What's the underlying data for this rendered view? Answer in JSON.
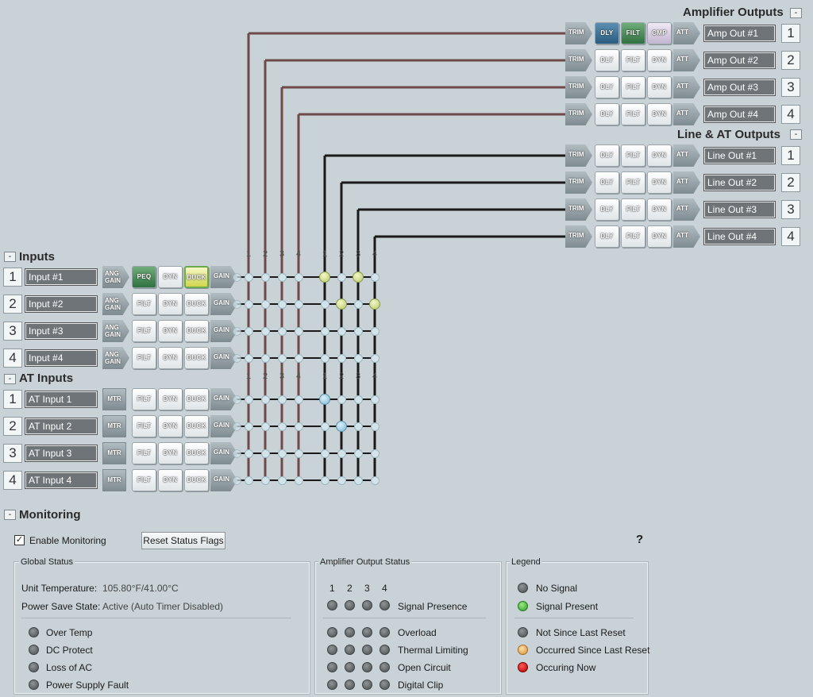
{
  "amp_outputs": {
    "title": "Amplifier Outputs",
    "collapse": "-",
    "channels": [
      {
        "num": "1",
        "name": "Amp Out #1",
        "blocks": [
          "TRIM",
          "DLY",
          "FILT",
          "CMP",
          "ATT"
        ]
      },
      {
        "num": "2",
        "name": "Amp Out #2",
        "blocks": [
          "TRIM",
          "DLY",
          "FILT",
          "DYN",
          "ATT"
        ]
      },
      {
        "num": "3",
        "name": "Amp Out #3",
        "blocks": [
          "TRIM",
          "DLY",
          "FILT",
          "DYN",
          "ATT"
        ]
      },
      {
        "num": "4",
        "name": "Amp Out #4",
        "blocks": [
          "TRIM",
          "DLY",
          "FILT",
          "DYN",
          "ATT"
        ]
      }
    ]
  },
  "line_outputs": {
    "title": "Line & AT Outputs",
    "collapse": "-",
    "channels": [
      {
        "num": "1",
        "name": "Line Out #1",
        "blocks": [
          "TRIM",
          "DLY",
          "FILT",
          "DYN",
          "ATT"
        ]
      },
      {
        "num": "2",
        "name": "Line Out #2",
        "blocks": [
          "TRIM",
          "DLY",
          "FILT",
          "DYN",
          "ATT"
        ]
      },
      {
        "num": "3",
        "name": "Line Out #3",
        "blocks": [
          "TRIM",
          "DLY",
          "FILT",
          "DYN",
          "ATT"
        ]
      },
      {
        "num": "4",
        "name": "Line Out #4",
        "blocks": [
          "TRIM",
          "DLY",
          "FILT",
          "DYN",
          "ATT"
        ]
      }
    ]
  },
  "inputs": {
    "title": "Inputs",
    "collapse": "-",
    "channels": [
      {
        "num": "1",
        "name": "Input #1",
        "blocks": [
          "ANG GAIN",
          "PEQ",
          "DYN",
          "DUCK",
          "GAIN"
        ]
      },
      {
        "num": "2",
        "name": "Input #2",
        "blocks": [
          "ANG GAIN",
          "FILT",
          "DYN",
          "DUCK",
          "GAIN"
        ]
      },
      {
        "num": "3",
        "name": "Input #3",
        "blocks": [
          "ANG GAIN",
          "FILT",
          "DYN",
          "DUCK",
          "GAIN"
        ]
      },
      {
        "num": "4",
        "name": "Input #4",
        "blocks": [
          "ANG GAIN",
          "FILT",
          "DYN",
          "DUCK",
          "GAIN"
        ]
      }
    ]
  },
  "at_inputs": {
    "title": "AT Inputs",
    "collapse": "-",
    "channels": [
      {
        "num": "1",
        "name": "AT Input 1",
        "blocks": [
          "MTR",
          "FILT",
          "DYN",
          "DUCK",
          "GAIN"
        ]
      },
      {
        "num": "2",
        "name": "AT Input 2",
        "blocks": [
          "MTR",
          "FILT",
          "DYN",
          "DUCK",
          "GAIN"
        ]
      },
      {
        "num": "3",
        "name": "AT Input 3",
        "blocks": [
          "MTR",
          "FILT",
          "DYN",
          "DUCK",
          "GAIN"
        ]
      },
      {
        "num": "4",
        "name": "AT Input 4",
        "blocks": [
          "MTR",
          "FILT",
          "DYN",
          "DUCK",
          "GAIN"
        ]
      }
    ]
  },
  "matrix": {
    "column_numbers": [
      "1",
      "2",
      "3",
      "4",
      "1",
      "2",
      "3",
      "4"
    ],
    "active_nodes": [
      {
        "row": 0,
        "col": 4,
        "color": "green"
      },
      {
        "row": 0,
        "col": 6,
        "color": "green"
      },
      {
        "row": 1,
        "col": 5,
        "color": "green"
      },
      {
        "row": 1,
        "col": 7,
        "color": "green"
      },
      {
        "row": 4,
        "col": 4,
        "color": "blue"
      },
      {
        "row": 5,
        "col": 5,
        "color": "blue"
      }
    ],
    "colors": {
      "amp_line": "#6f4a48",
      "line_line": "#1a1a1a"
    }
  },
  "monitoring": {
    "title": "Monitoring",
    "collapse": "-",
    "enable_label": "Enable Monitoring",
    "enable_checked": "✓",
    "reset_button": "Reset Status Flags",
    "help": "?",
    "global_status": {
      "title": "Global Status",
      "temperature_label": "Unit Temperature:",
      "temperature_value": "105.80°F/41.00°C",
      "power_save_label": "Power Save State:",
      "power_save_value": "Active (Auto Timer Disabled)",
      "indicators": [
        "Over Temp",
        "DC Protect",
        "Loss of AC",
        "Power Supply Fault"
      ]
    },
    "amp_status": {
      "title": "Amplifier Output Status",
      "columns": [
        "1",
        "2",
        "3",
        "4"
      ],
      "signal_presence": "Signal Presence",
      "indicators": [
        "Overload",
        "Thermal Limiting",
        "Open Circuit",
        "Digital Clip"
      ]
    },
    "legend": {
      "title": "Legend",
      "items": [
        {
          "label": "No Signal",
          "color": "gray"
        },
        {
          "label": "Signal Present",
          "color": "green"
        },
        {
          "label": "Not Since Last Reset",
          "color": "gray"
        },
        {
          "label": "Occurred Since Last Reset",
          "color": "orange"
        },
        {
          "label": "Occuring Now",
          "color": "red"
        }
      ]
    }
  }
}
